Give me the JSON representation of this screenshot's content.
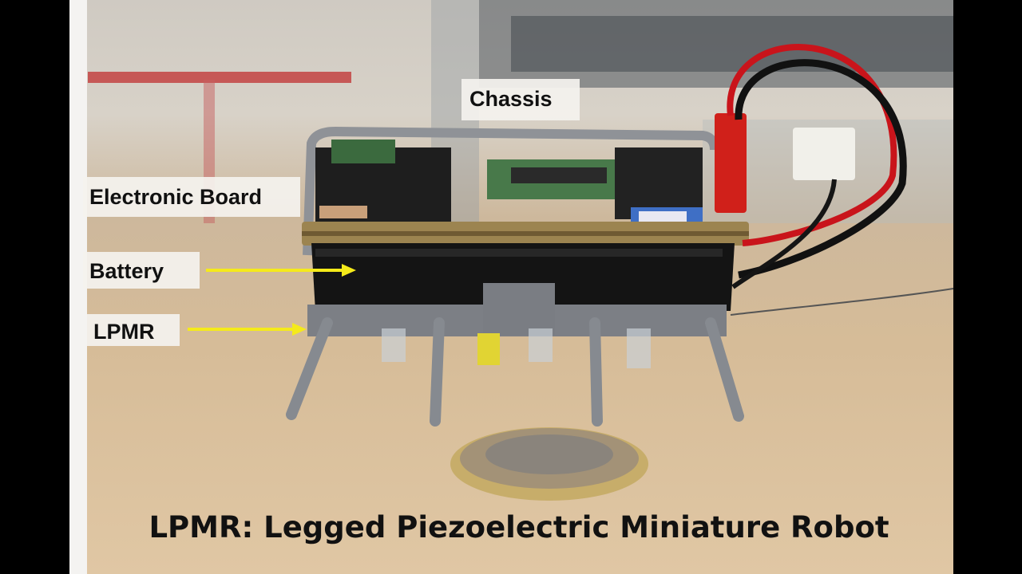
{
  "labels": {
    "chassis": "Chassis",
    "electronic_board": "Electronic Board",
    "battery": "Battery",
    "lpmr": "LPMR"
  },
  "caption": "LPMR: Legged Piezoelectric Miniature Robot",
  "colors": {
    "arrow": "#f5ea1a",
    "caption_text": "#111111"
  }
}
